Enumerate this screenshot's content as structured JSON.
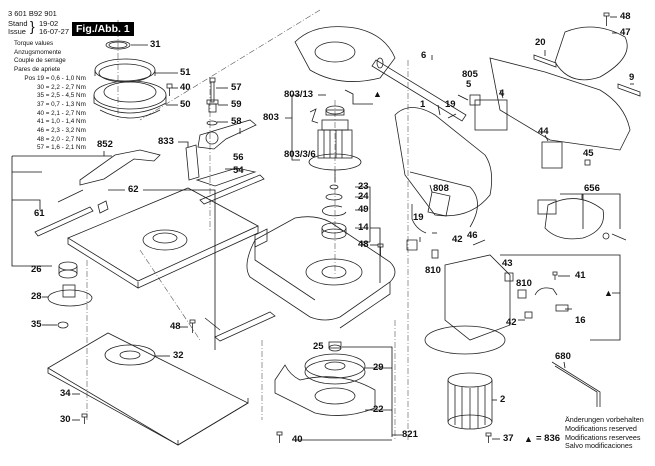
{
  "header": {
    "part_number": "3 601 B92 901",
    "stand_label": "Stand",
    "issue_label": "Issue",
    "stand_value": "19-02",
    "issue_value": "16-07-27",
    "figure_title": "Fig./Abb. 1"
  },
  "torque_table": {
    "title_lines": [
      "Torque values",
      "Anzugsmomente",
      "Couple de serrage",
      "Pares de apriete"
    ],
    "rows": [
      {
        "prefix": "Pos 19",
        "value": "= 0,6 - 1,0 Nm"
      },
      {
        "prefix": "30",
        "value": "= 2,2 - 2,7 Nm"
      },
      {
        "prefix": "35",
        "value": "= 2,5 - 4,5 Nm"
      },
      {
        "prefix": "37",
        "value": "= 0,7 - 1,3 Nm"
      },
      {
        "prefix": "40",
        "value": "= 2,1 - 2,7 Nm"
      },
      {
        "prefix": "41",
        "value": "= 1,0 - 1,4 Nm"
      },
      {
        "prefix": "46",
        "value": "= 2,3 - 3,2 Nm"
      },
      {
        "prefix": "48",
        "value": "= 2,0 - 2,7 Nm"
      },
      {
        "prefix": "57",
        "value": "= 1,6 - 2,1 Nm"
      }
    ]
  },
  "part_labels": [
    {
      "id": "31",
      "text": "31"
    },
    {
      "id": "51",
      "text": "51"
    },
    {
      "id": "40a",
      "text": "40"
    },
    {
      "id": "50",
      "text": "50"
    },
    {
      "id": "57",
      "text": "57"
    },
    {
      "id": "59",
      "text": "59"
    },
    {
      "id": "58",
      "text": "58"
    },
    {
      "id": "833",
      "text": "833"
    },
    {
      "id": "56",
      "text": "56"
    },
    {
      "id": "54",
      "text": "54"
    },
    {
      "id": "852",
      "text": "852"
    },
    {
      "id": "62",
      "text": "62"
    },
    {
      "id": "61",
      "text": "61"
    },
    {
      "id": "26",
      "text": "26"
    },
    {
      "id": "28",
      "text": "28"
    },
    {
      "id": "35",
      "text": "35"
    },
    {
      "id": "48a",
      "text": "48"
    },
    {
      "id": "32",
      "text": "32"
    },
    {
      "id": "34",
      "text": "34"
    },
    {
      "id": "30",
      "text": "30"
    },
    {
      "id": "803",
      "text": "803"
    },
    {
      "id": "803_13",
      "text": "803/13"
    },
    {
      "id": "803_3_6",
      "text": "803/3/6"
    },
    {
      "id": "23",
      "text": "23"
    },
    {
      "id": "24",
      "text": "24"
    },
    {
      "id": "49",
      "text": "49"
    },
    {
      "id": "14",
      "text": "14"
    },
    {
      "id": "48b",
      "text": "48"
    },
    {
      "id": "25",
      "text": "25"
    },
    {
      "id": "29",
      "text": "29"
    },
    {
      "id": "22",
      "text": "22"
    },
    {
      "id": "821",
      "text": "821"
    },
    {
      "id": "40b",
      "text": "40"
    },
    {
      "id": "6",
      "text": "6"
    },
    {
      "id": "1",
      "text": "1"
    },
    {
      "id": "805",
      "text": "805"
    },
    {
      "id": "5",
      "text": "5"
    },
    {
      "id": "4",
      "text": "4"
    },
    {
      "id": "19a",
      "text": "19"
    },
    {
      "id": "20",
      "text": "20"
    },
    {
      "id": "48c",
      "text": "48"
    },
    {
      "id": "47",
      "text": "47"
    },
    {
      "id": "9",
      "text": "9"
    },
    {
      "id": "44",
      "text": "44"
    },
    {
      "id": "45",
      "text": "45"
    },
    {
      "id": "656",
      "text": "656"
    },
    {
      "id": "808",
      "text": "808"
    },
    {
      "id": "19b",
      "text": "19"
    },
    {
      "id": "42a",
      "text": "42"
    },
    {
      "id": "46",
      "text": "46"
    },
    {
      "id": "810a",
      "text": "810"
    },
    {
      "id": "43",
      "text": "43"
    },
    {
      "id": "41",
      "text": "41"
    },
    {
      "id": "810b",
      "text": "810"
    },
    {
      "id": "42b",
      "text": "42"
    },
    {
      "id": "16",
      "text": "16"
    },
    {
      "id": "680",
      "text": "680"
    },
    {
      "id": "2",
      "text": "2"
    },
    {
      "id": "37",
      "text": "37"
    }
  ],
  "legend": {
    "triangle_symbol": "▲",
    "triangle_equals": "= 836"
  },
  "notice_lines": [
    "Änderungen vorbehalten",
    "Modifications reserved",
    "Modifications reservees",
    "Salvo modificaciones"
  ]
}
